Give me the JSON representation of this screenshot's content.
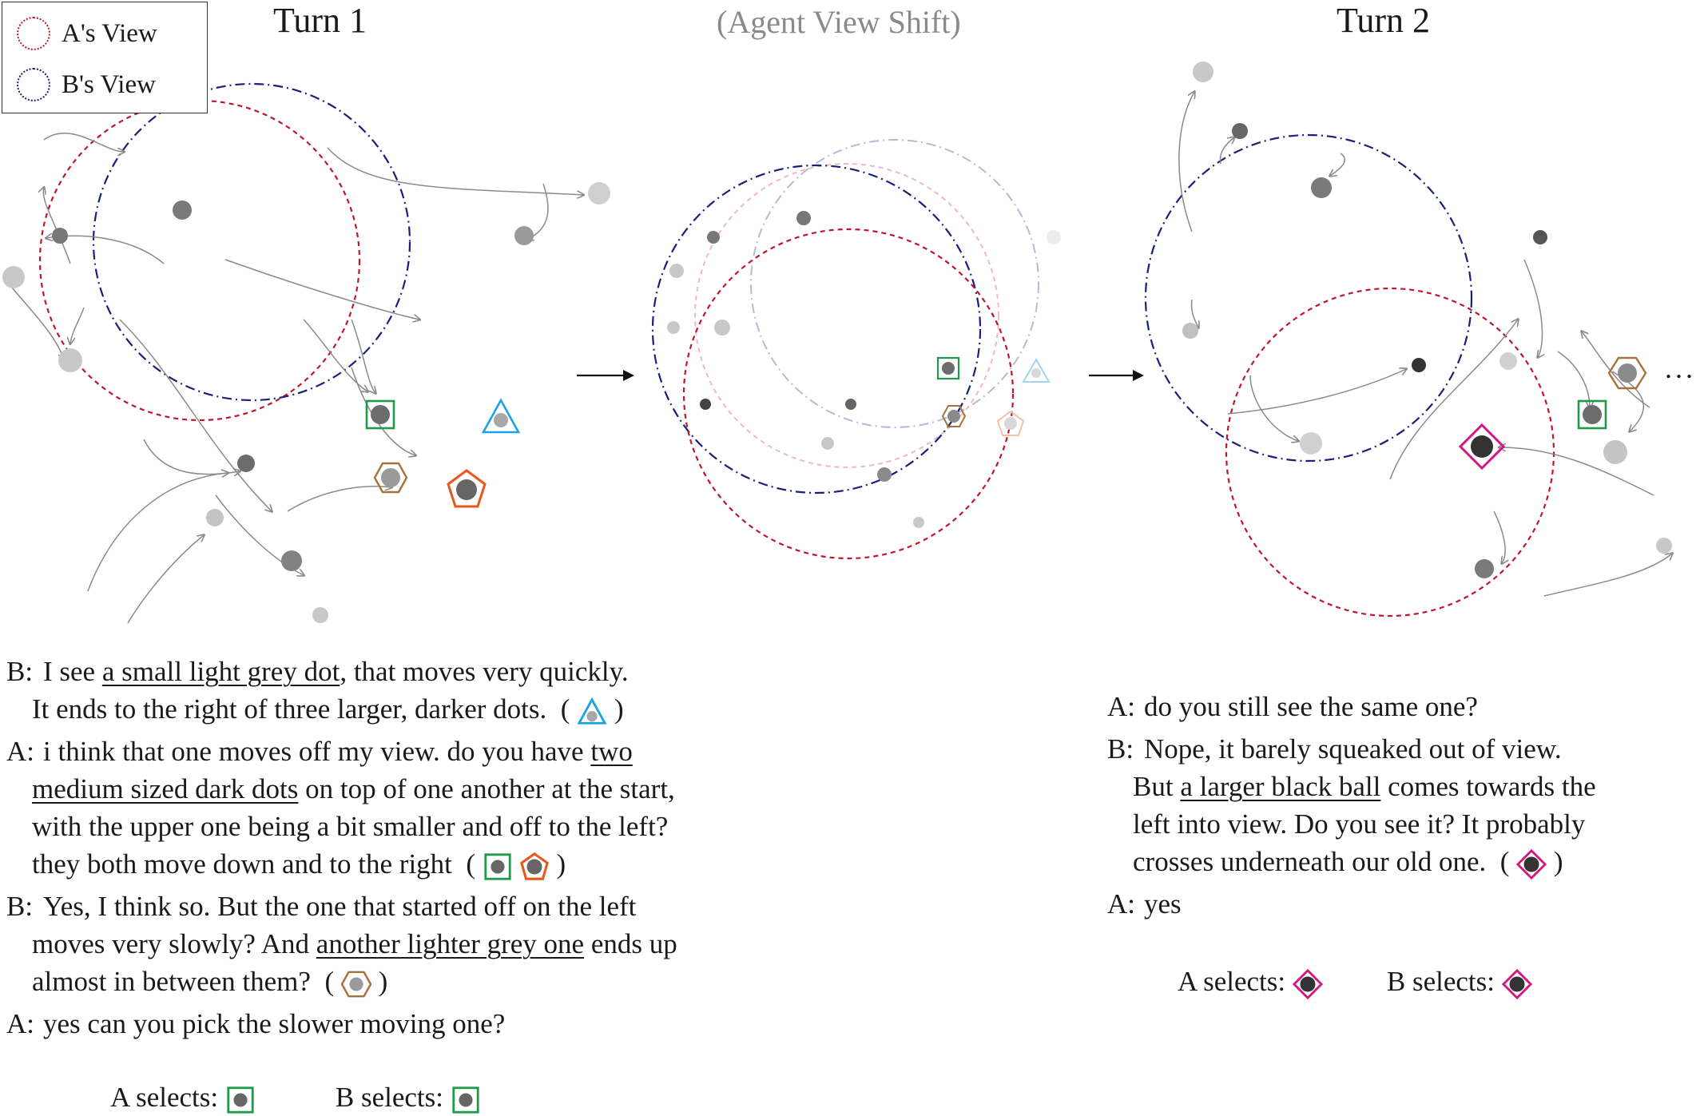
{
  "legend": {
    "a_view": "A's View",
    "b_view": "B's View"
  },
  "titles": {
    "turn1": "Turn 1",
    "shift": "(Agent View Shift)",
    "turn2": "Turn 2"
  },
  "ellipsis": "...",
  "colors": {
    "a_view": "#c0162c",
    "b_view": "#1b1f7a",
    "triangle": "#1aa3e0",
    "square": "#1f9a4a",
    "pentagon": "#e8571e",
    "hexagon": "#a9713a",
    "diamond": "#d4177e"
  },
  "turn1_dialogue": [
    {
      "speaker": "B:",
      "lines": [
        {
          "pre": "I see ",
          "u": "a small light grey dot",
          "post": ", that moves very quickly."
        },
        {
          "pre": "It ends to the right of three larger, darker dots.",
          "u": "",
          "post": ""
        }
      ],
      "markers": [
        "triangle-icon"
      ]
    },
    {
      "speaker": "A:",
      "lines": [
        {
          "pre": "i think that one moves off my view. do you have ",
          "u": "two",
          "post": ""
        },
        {
          "pre": "",
          "u": "medium sized dark dots",
          "post": " on top of one another at the start,"
        },
        {
          "pre": "with the upper one being a bit smaller and off to the left?",
          "u": "",
          "post": ""
        },
        {
          "pre": "they both move down and to the right",
          "u": "",
          "post": ""
        }
      ],
      "markers": [
        "square-icon",
        "pentagon-icon"
      ]
    },
    {
      "speaker": "B:",
      "lines": [
        {
          "pre": "Yes, I think so. But the one that started off on the left",
          "u": "",
          "post": ""
        },
        {
          "pre": "moves very slowly? And ",
          "u": "another lighter grey one",
          "post": " ends up"
        },
        {
          "pre": "almost in between them?",
          "u": "",
          "post": ""
        }
      ],
      "markers": [
        "hexagon-icon"
      ]
    },
    {
      "speaker": "A:",
      "lines": [
        {
          "pre": "yes can you pick the slower moving one?",
          "u": "",
          "post": ""
        }
      ],
      "markers": []
    }
  ],
  "turn1_selects": {
    "a": "A selects:",
    "b": "B selects:"
  },
  "turn2_dialogue": [
    {
      "speaker": "A:",
      "lines": [
        {
          "pre": "do you still see the same one?",
          "u": "",
          "post": ""
        }
      ],
      "markers": []
    },
    {
      "speaker": "B:",
      "lines": [
        {
          "pre": "Nope, it barely squeaked out of view.",
          "u": "",
          "post": ""
        },
        {
          "pre": "But ",
          "u": "a larger black ball",
          "post": " comes towards the"
        },
        {
          "pre": "left into view. Do you see it? It probably",
          "u": "",
          "post": ""
        },
        {
          "pre": "crosses underneath our old one.",
          "u": "",
          "post": ""
        }
      ],
      "markers": [
        "diamond-icon"
      ]
    },
    {
      "speaker": "A:",
      "lines": [
        {
          "pre": "yes",
          "u": "",
          "post": ""
        }
      ],
      "markers": []
    }
  ],
  "turn2_selects": {
    "a": "A selects:",
    "b": "B selects:"
  }
}
